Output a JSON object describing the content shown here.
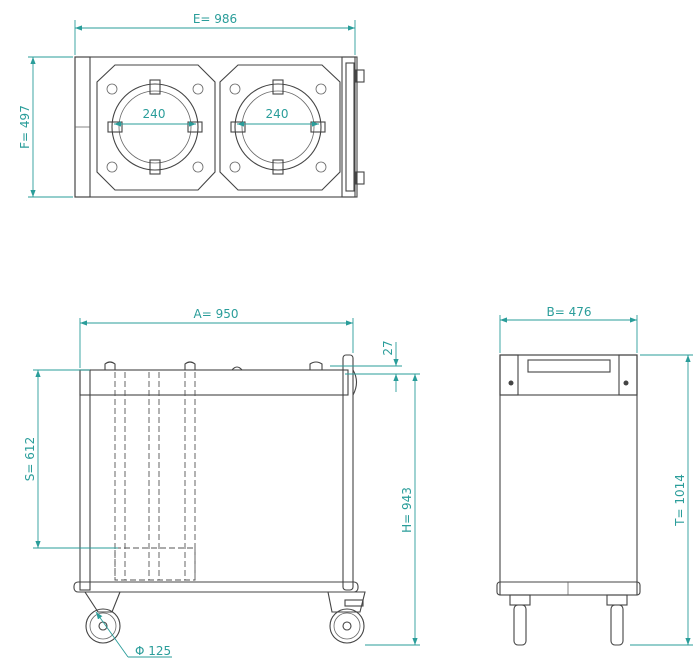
{
  "title": "Plate dispenser trolley dimension drawing",
  "colors": {
    "dimension": "#2a9d9a",
    "outline": "#444444"
  },
  "top_view": {
    "width_label": "E= 986",
    "depth_label": "F= 497",
    "tube_left_label": "240",
    "tube_right_label": "240"
  },
  "front_view": {
    "length_label": "A= 950",
    "offset_label": "27",
    "stack_label": "S= 612",
    "height_label": "H= 943",
    "wheel_label": "Φ 125"
  },
  "side_view": {
    "width_label": "B= 476",
    "total_height_label": "T= 1014"
  }
}
